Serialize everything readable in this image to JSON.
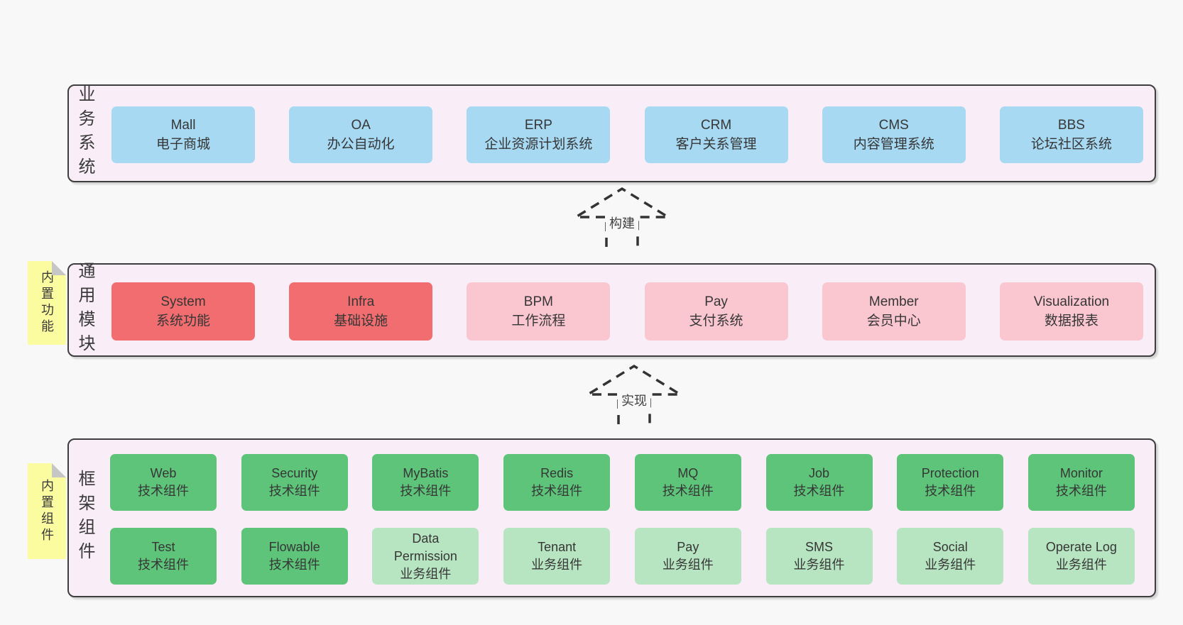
{
  "page": {
    "background": "#f8f8f8"
  },
  "colors": {
    "band_background": "#f9eef7",
    "band_border": "#3e3e3e",
    "blue": "#a7d9f2",
    "red": "#f16d6f",
    "pink": "#fac7d1",
    "green": "#5ec47a",
    "light_green": "#b8e5c1",
    "note_yellow": "#fbfba0",
    "note_fold": "#c6c6c6",
    "text": "#363636"
  },
  "bands": [
    {
      "id": "business-systems",
      "label": "业务系统",
      "note": "",
      "rows": [
        [
          {
            "id": "mall",
            "title": "Mall",
            "subtitle": "电子商城",
            "variant": "blue"
          },
          {
            "id": "oa",
            "title": "OA",
            "subtitle": "办公自动化",
            "variant": "blue"
          },
          {
            "id": "erp",
            "title": "ERP",
            "subtitle": "企业资源计划系统",
            "variant": "blue"
          },
          {
            "id": "crm",
            "title": "CRM",
            "subtitle": "客户关系管理",
            "variant": "blue"
          },
          {
            "id": "cms",
            "title": "CMS",
            "subtitle": "内容管理系统",
            "variant": "blue"
          },
          {
            "id": "bbs",
            "title": "BBS",
            "subtitle": "论坛社区系统",
            "variant": "blue"
          }
        ]
      ]
    },
    {
      "id": "common-modules",
      "label": "通用模块",
      "note": "内置功能",
      "rows": [
        [
          {
            "id": "system",
            "title": "System",
            "subtitle": "系统功能",
            "variant": "red"
          },
          {
            "id": "infra",
            "title": "Infra",
            "subtitle": "基础设施",
            "variant": "red"
          },
          {
            "id": "bpm",
            "title": "BPM",
            "subtitle": "工作流程",
            "variant": "pink"
          },
          {
            "id": "pay",
            "title": "Pay",
            "subtitle": "支付系统",
            "variant": "pink"
          },
          {
            "id": "member",
            "title": "Member",
            "subtitle": "会员中心",
            "variant": "pink"
          },
          {
            "id": "visualization",
            "title": "Visualization",
            "subtitle": "数据报表",
            "variant": "pink"
          }
        ]
      ]
    },
    {
      "id": "framework-components",
      "label": "框架组件",
      "note": "内置组件",
      "rows": [
        [
          {
            "id": "web",
            "title": "Web",
            "subtitle": "技术组件",
            "variant": "green"
          },
          {
            "id": "security",
            "title": "Security",
            "subtitle": "技术组件",
            "variant": "green"
          },
          {
            "id": "mybatis",
            "title": "MyBatis",
            "subtitle": "技术组件",
            "variant": "green"
          },
          {
            "id": "redis",
            "title": "Redis",
            "subtitle": "技术组件",
            "variant": "green"
          },
          {
            "id": "mq",
            "title": "MQ",
            "subtitle": "技术组件",
            "variant": "green"
          },
          {
            "id": "job",
            "title": "Job",
            "subtitle": "技术组件",
            "variant": "green"
          },
          {
            "id": "protection",
            "title": "Protection",
            "subtitle": "技术组件",
            "variant": "green"
          },
          {
            "id": "monitor",
            "title": "Monitor",
            "subtitle": "技术组件",
            "variant": "green"
          }
        ],
        [
          {
            "id": "test",
            "title": "Test",
            "subtitle": "技术组件",
            "variant": "green"
          },
          {
            "id": "flowable",
            "title": "Flowable",
            "subtitle": "技术组件",
            "variant": "green"
          },
          {
            "id": "data-permission",
            "title": "Data Permission",
            "subtitle": "业务组件",
            "variant": "lightgreen"
          },
          {
            "id": "tenant",
            "title": "Tenant",
            "subtitle": "业务组件",
            "variant": "lightgreen"
          },
          {
            "id": "pay-component",
            "title": "Pay",
            "subtitle": "业务组件",
            "variant": "lightgreen"
          },
          {
            "id": "sms",
            "title": "SMS",
            "subtitle": "业务组件",
            "variant": "lightgreen"
          },
          {
            "id": "social",
            "title": "Social",
            "subtitle": "业务组件",
            "variant": "lightgreen"
          },
          {
            "id": "operate-log",
            "title": "Operate Log",
            "subtitle": "业务组件",
            "variant": "lightgreen"
          }
        ]
      ]
    }
  ],
  "arrows": [
    {
      "id": "build",
      "label": "构建"
    },
    {
      "id": "implement",
      "label": "实现"
    }
  ]
}
